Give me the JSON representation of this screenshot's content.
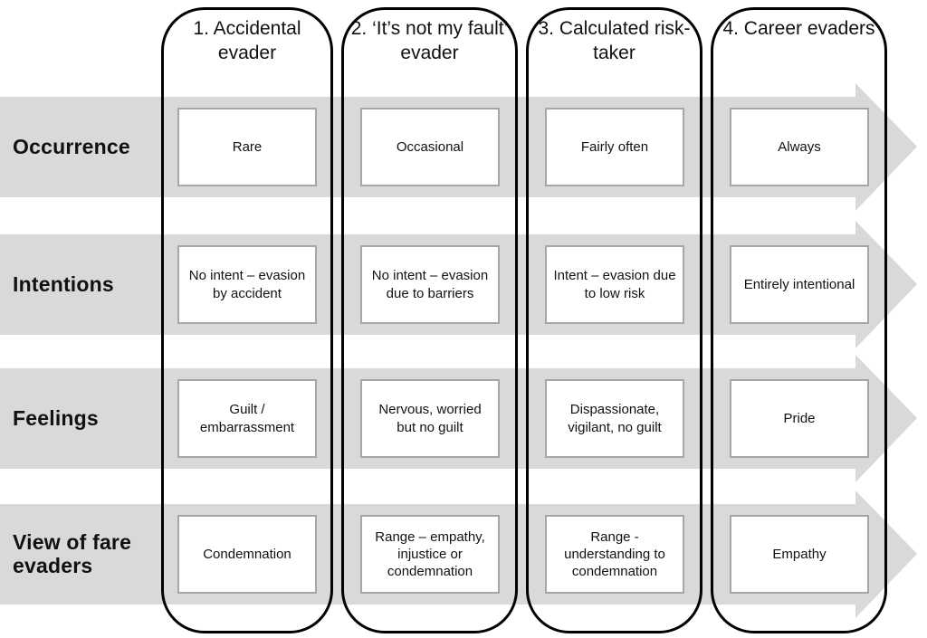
{
  "rows": [
    {
      "label": "Occurrence"
    },
    {
      "label": "Intentions"
    },
    {
      "label": "Feelings"
    },
    {
      "label": "View of fare evaders"
    }
  ],
  "columns": [
    {
      "header": "1. Accidental evader",
      "cells": [
        "Rare",
        "No intent – evasion by accident",
        "Guilt / embarrassment",
        "Condemnation"
      ]
    },
    {
      "header": "2. ‘It’s not my fault’ evader",
      "cells": [
        "Occasional",
        "No intent – evasion due to barriers",
        "Nervous, worried but no guilt",
        "Range – empathy, injustice or condemnation"
      ]
    },
    {
      "header": "3. Calculated risk-taker",
      "cells": [
        "Fairly often",
        "Intent – evasion due to low risk",
        "Dispassionate, vigilant, no guilt",
        "Range - understanding to condemnation"
      ]
    },
    {
      "header": "4. Career evaders",
      "cells": [
        "Always",
        "Entirely intentional",
        "Pride",
        "Empathy"
      ]
    }
  ],
  "colors": {
    "arrow_band": "#d9d9d9",
    "cell_border": "#a6a6a6",
    "frame_border": "#000000",
    "text": "#111111"
  }
}
